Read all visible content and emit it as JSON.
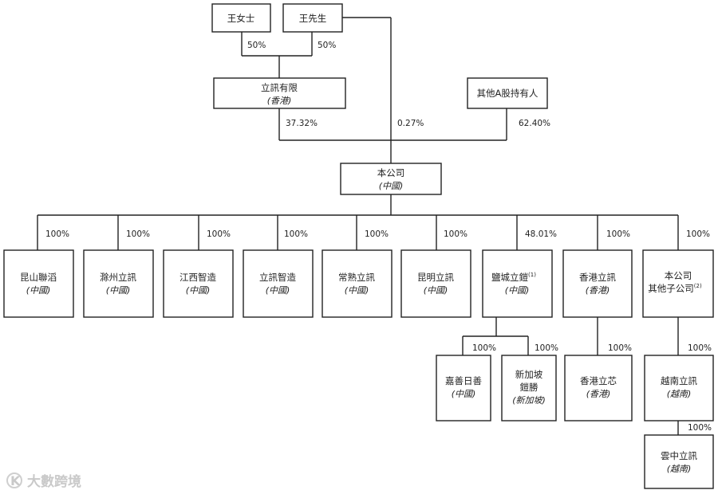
{
  "top": {
    "ms_wang": "王女士",
    "mr_wang": "王先生",
    "ms_wang_pct": "50%",
    "mr_wang_pct": "50%",
    "luxshare_limited": {
      "name": "立訊有限",
      "sub": "(香港)"
    },
    "luxshare_limited_pct": "37.32%",
    "mr_wang_direct_pct": "0.27%",
    "other_a_shareholders": "其他A股持有人",
    "other_a_pct": "62.40%",
    "company": {
      "name": "本公司",
      "sub": "(中國)"
    }
  },
  "subsidiaries": [
    {
      "name": "昆山聯滔",
      "sub": "(中國)",
      "pct": "100%"
    },
    {
      "name": "滁州立訊",
      "sub": "(中國)",
      "pct": "100%"
    },
    {
      "name": "江西智造",
      "sub": "(中國)",
      "pct": "100%"
    },
    {
      "name": "立訊智造",
      "sub": "(中國)",
      "pct": "100%"
    },
    {
      "name": "常熟立訊",
      "sub": "(中國)",
      "pct": "100%"
    },
    {
      "name": "昆明立訊",
      "sub": "(中國)",
      "pct": "100%"
    },
    {
      "name": "鹽城立鎧",
      "note": "(1)",
      "sub": "(中國)",
      "pct": "48.01%"
    },
    {
      "name": "香港立訊",
      "sub": "(香港)",
      "pct": "100%"
    },
    {
      "name": "本公司",
      "name2": "其他子公司",
      "note": "(2)",
      "pct": "100%"
    }
  ],
  "second_level": [
    {
      "name": "嘉善日善",
      "sub": "(中國)",
      "pct": "100%"
    },
    {
      "name": "新加坡",
      "name2": "鎧勝",
      "sub": "(新加坡)",
      "pct": "100%"
    },
    {
      "name": "香港立芯",
      "sub": "(香港)",
      "pct": "100%"
    },
    {
      "name": "越南立訊",
      "sub": "(越南)",
      "pct": "100%"
    }
  ],
  "third_level": [
    {
      "name": "雲中立訊",
      "sub": "(越南)",
      "pct": "100%"
    }
  ],
  "watermark": {
    "logo": "K",
    "text": "大數跨境"
  }
}
